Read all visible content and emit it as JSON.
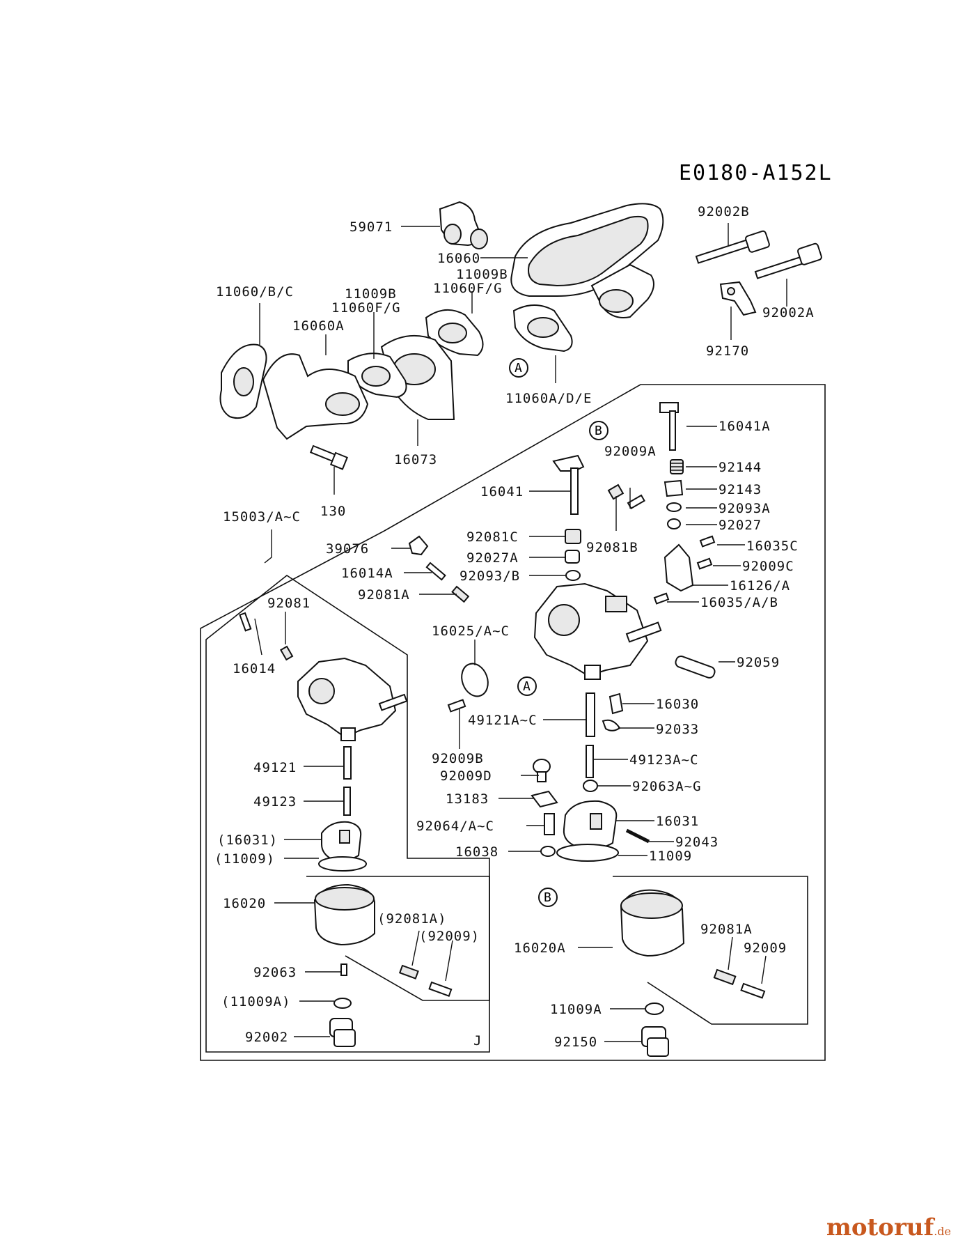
{
  "diagram_code": "E0180-A152L",
  "brand": {
    "name": "motoruf",
    "tld": ".de"
  },
  "labels": {
    "p59071": "59071",
    "p92002B": "92002B",
    "p16060": "16060",
    "p11009B_top": "11009B",
    "p11060FG_top": "11060F/G",
    "p92002A": "92002A",
    "p11060BC": "11060/B/C",
    "p11009B_left": "11009B",
    "p11060FG_left": "11060F/G",
    "p16060A": "16060A",
    "p92170": "92170",
    "p11060ADE": "11060A/D/E",
    "p16073": "16073",
    "p130": "130",
    "p15003": "15003/A~C",
    "p16041A": "16041A",
    "p92009A": "92009A",
    "p92144": "92144",
    "p16041": "16041",
    "p92143": "92143",
    "p92093A": "92093A",
    "p92081C": "92081C",
    "p92027": "92027",
    "p92081B": "92081B",
    "p39076": "39076",
    "p92027A": "92027A",
    "p16035C": "16035C",
    "p16014A": "16014A",
    "p92093B": "92093/B",
    "p92009C": "92009C",
    "p16126A": "16126/A",
    "p92081A": "92081A",
    "p16035AB": "16035/A/B",
    "p92081": "92081",
    "p16025": "16025/A~C",
    "p16014": "16014",
    "p92059": "92059",
    "p16030": "16030",
    "p49121A": "49121A~C",
    "p92033": "92033",
    "p92009B": "92009B",
    "p49121": "49121",
    "p49123A": "49123A~C",
    "p92009D": "92009D",
    "p92063A": "92063A~G",
    "p13183": "13183",
    "p49123": "49123",
    "p16031_right": "16031",
    "p92064": "92064/A~C",
    "p16031_paren": "(16031)",
    "p92043": "92043",
    "p16038": "16038",
    "p11009_paren": "(11009)",
    "p11009_right": "11009",
    "p16020": "16020",
    "p92081A_paren": "(92081A)",
    "p92009_paren": "(92009)",
    "p16020A": "16020A",
    "p92081A_right": "92081A",
    "p92009_right": "92009",
    "p92063": "92063",
    "p11009A_paren": "(11009A)",
    "p11009A_right": "11009A",
    "p92002": "92002",
    "p92150": "92150",
    "frame_J": "J"
  },
  "callouts": {
    "A": "A",
    "B": "B"
  }
}
